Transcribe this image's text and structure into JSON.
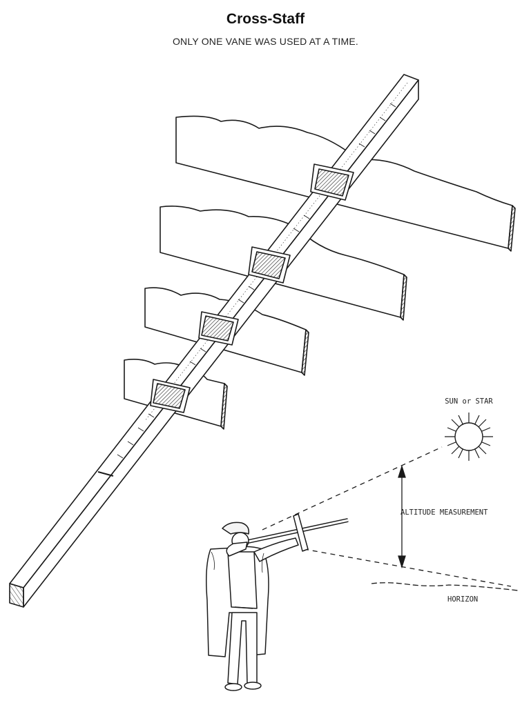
{
  "title": "Cross-Staff",
  "subtitle": "ONLY ONE VANE WAS USED AT A TIME.",
  "labels": {
    "sun_or_star": "SUN or STAR",
    "altitude_measurement": "ALTITUDE MEASUREMENT",
    "horizon": "HORIZON"
  },
  "colors": {
    "ink": "#1a1a1a",
    "paper": "#ffffff"
  }
}
